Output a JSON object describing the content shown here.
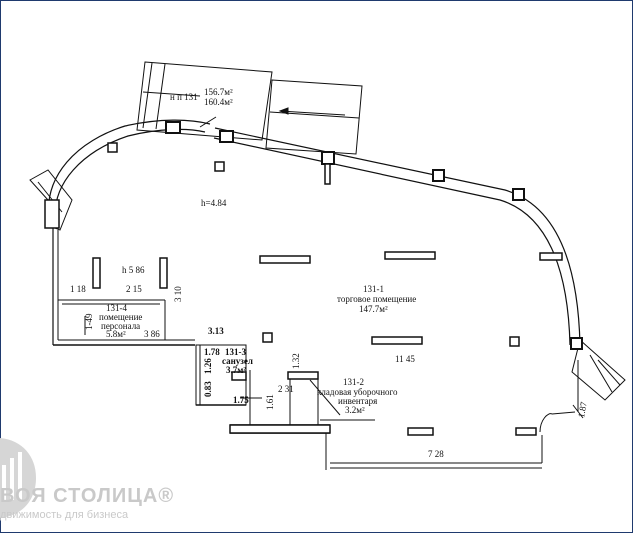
{
  "labels": {
    "area_total": "156.7м²",
    "area_total2": "160.4м²",
    "room_no": "н п 131",
    "height": "h=4.84",
    "h_small": "h  5 86",
    "room_131_1_no": "131-1",
    "room_131_1_name": "торговое помещение",
    "room_131_1_area": "147.7м²",
    "room_131_4_no": "131-4",
    "room_131_4_name1": "помещение",
    "room_131_4_name2": "персонала",
    "room_131_4_area": "5.8м²",
    "dim_1_18": "1 18",
    "dim_2_15": "2 15",
    "dim_3_10": "3 10",
    "dim_1_49": "1-49",
    "dim_3_86": "3 86",
    "dim_3_13": "3.13",
    "dim_11_45": "11 45",
    "room_131_3_no": "131-3",
    "room_131_3_name": "санузел",
    "room_131_3_area": "3.7м²",
    "dim_1_78": "1.78",
    "dim_1_26": "1.26",
    "dim_0_83": "0.83",
    "dim_1_75": "1.75",
    "dim_1_61": "1.61",
    "dim_2_31": "2 31",
    "dim_1_32": "1.32",
    "room_131_2_no": "131-2",
    "room_131_2_name1": "кладовая уборочного",
    "room_131_2_name2": "инвентаря",
    "room_131_2_area": "3.2м²",
    "dim_7_28": "7 28",
    "dim_1_87": "1.87"
  },
  "watermark": {
    "title": "ВОЯ СТОЛИЦА®",
    "subtitle": "движимость для бизнеса"
  }
}
